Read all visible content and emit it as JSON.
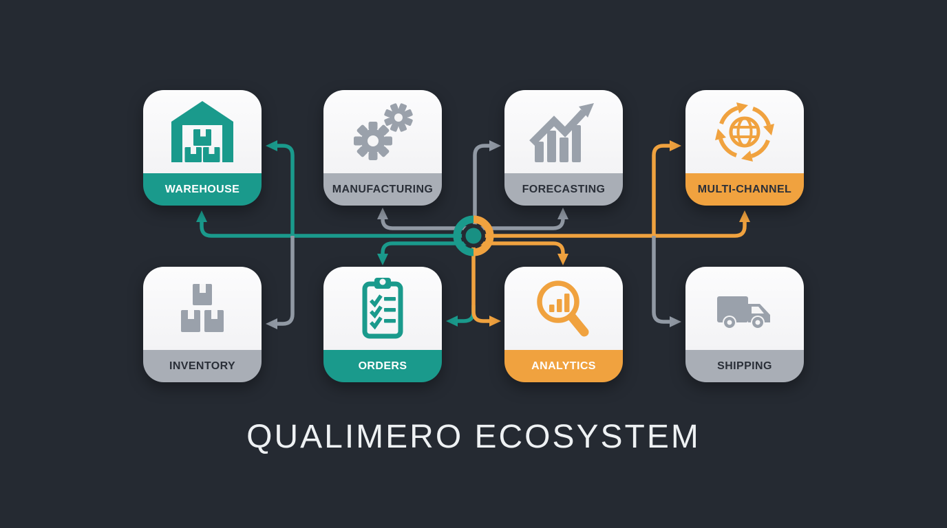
{
  "title": "QUALIMERO ECOSYSTEM",
  "colors": {
    "background": "#252a32",
    "teal": "#1a9a8c",
    "orange": "#f0a23f",
    "gray_band": "#a9aeb6",
    "gray_line": "#9199a4",
    "card_face": "#f7f8f9",
    "dark_text": "#2a2f38",
    "light_text": "#ffffff",
    "title_text": "#eef1f3"
  },
  "hub": {
    "name": "central-hub",
    "ring_left_color": "#1a9a8c",
    "ring_right_color": "#f0a23f",
    "core_color": "#189083"
  },
  "modules": [
    {
      "id": "warehouse",
      "label": "WAREHOUSE",
      "accent": "teal",
      "label_text": "light",
      "icon": "warehouse-icon"
    },
    {
      "id": "manufacturing",
      "label": "MANUFACTURING",
      "accent": "gray",
      "label_text": "dark",
      "icon": "gears-icon"
    },
    {
      "id": "forecasting",
      "label": "FORECASTING",
      "accent": "gray",
      "label_text": "dark",
      "icon": "growth-chart-icon"
    },
    {
      "id": "multi-channel",
      "label": "MULTI-CHANNEL",
      "accent": "orange",
      "label_text": "dark",
      "icon": "globe-sync-icon"
    },
    {
      "id": "inventory",
      "label": "INVENTORY",
      "accent": "gray",
      "label_text": "dark",
      "icon": "boxes-icon"
    },
    {
      "id": "orders",
      "label": "ORDERS",
      "accent": "teal",
      "label_text": "light",
      "icon": "checklist-clipboard-icon"
    },
    {
      "id": "analytics",
      "label": "ANALYTICS",
      "accent": "orange",
      "label_text": "light",
      "icon": "magnifier-chart-icon"
    },
    {
      "id": "shipping",
      "label": "SHIPPING",
      "accent": "gray",
      "label_text": "dark",
      "icon": "truck-icon"
    }
  ],
  "connections": [
    {
      "from": "hub",
      "to": "warehouse",
      "style": "teal",
      "enters": "bottom"
    },
    {
      "from": "hub",
      "to": "warehouse",
      "style": "teal",
      "enters": "right"
    },
    {
      "from": "hub",
      "to": "manufacturing",
      "style": "gray",
      "enters": "bottom"
    },
    {
      "from": "hub",
      "to": "forecasting",
      "style": "gray",
      "enters": "left"
    },
    {
      "from": "hub",
      "to": "forecasting",
      "style": "gray",
      "enters": "bottom"
    },
    {
      "from": "hub",
      "to": "multi-channel",
      "style": "orange",
      "enters": "left"
    },
    {
      "from": "hub",
      "to": "multi-channel",
      "style": "orange",
      "enters": "bottom"
    },
    {
      "from": "hub",
      "to": "inventory",
      "style": "gray",
      "enters": "right"
    },
    {
      "from": "hub",
      "to": "orders",
      "style": "teal",
      "enters": "top"
    },
    {
      "from": "hub",
      "to": "orders",
      "style": "teal",
      "enters": "right"
    },
    {
      "from": "hub",
      "to": "analytics",
      "style": "orange",
      "enters": "top"
    },
    {
      "from": "hub",
      "to": "analytics",
      "style": "orange",
      "enters": "left"
    },
    {
      "from": "hub",
      "to": "shipping",
      "style": "gray",
      "enters": "left"
    }
  ]
}
